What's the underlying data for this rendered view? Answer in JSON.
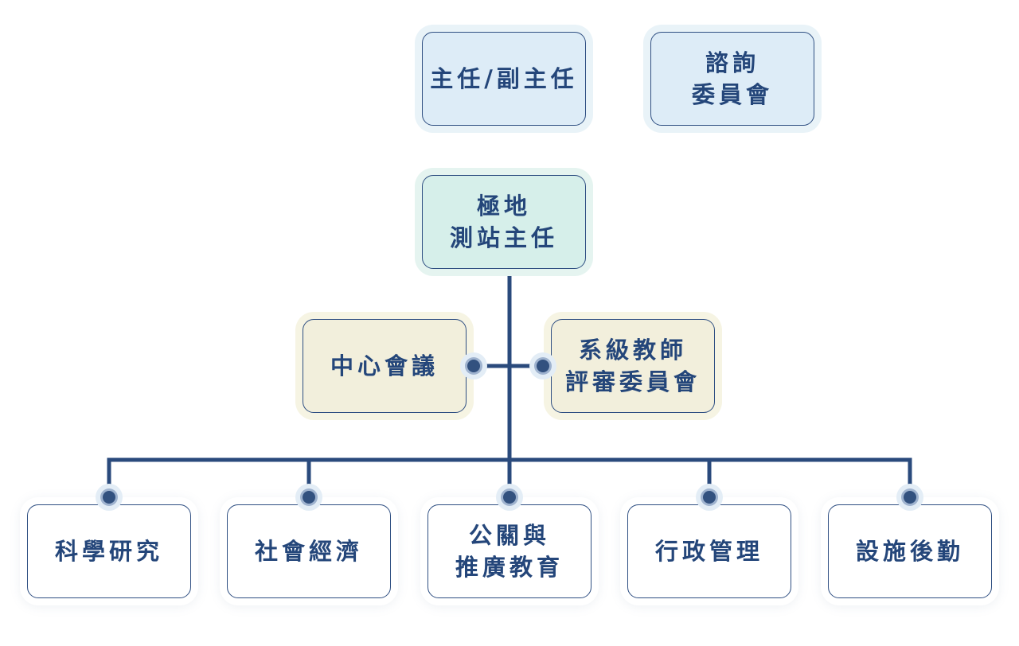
{
  "colors": {
    "line": "#2a4a7c",
    "text": "#24467a",
    "fill_blue": "#ddecf7",
    "fill_green": "#d6efea",
    "fill_cream": "#f2efdc"
  },
  "top": {
    "director": "主任/副主任",
    "advisory": "諮詢\n委員會"
  },
  "station_head": "極地\n測站主任",
  "side": {
    "center_meeting": "中心會議",
    "faculty_review": "系級教師\n評審委員會"
  },
  "divisions": [
    "科學研究",
    "社會經濟",
    "公關與\n推廣教育",
    "行政管理",
    "設施後勤"
  ]
}
